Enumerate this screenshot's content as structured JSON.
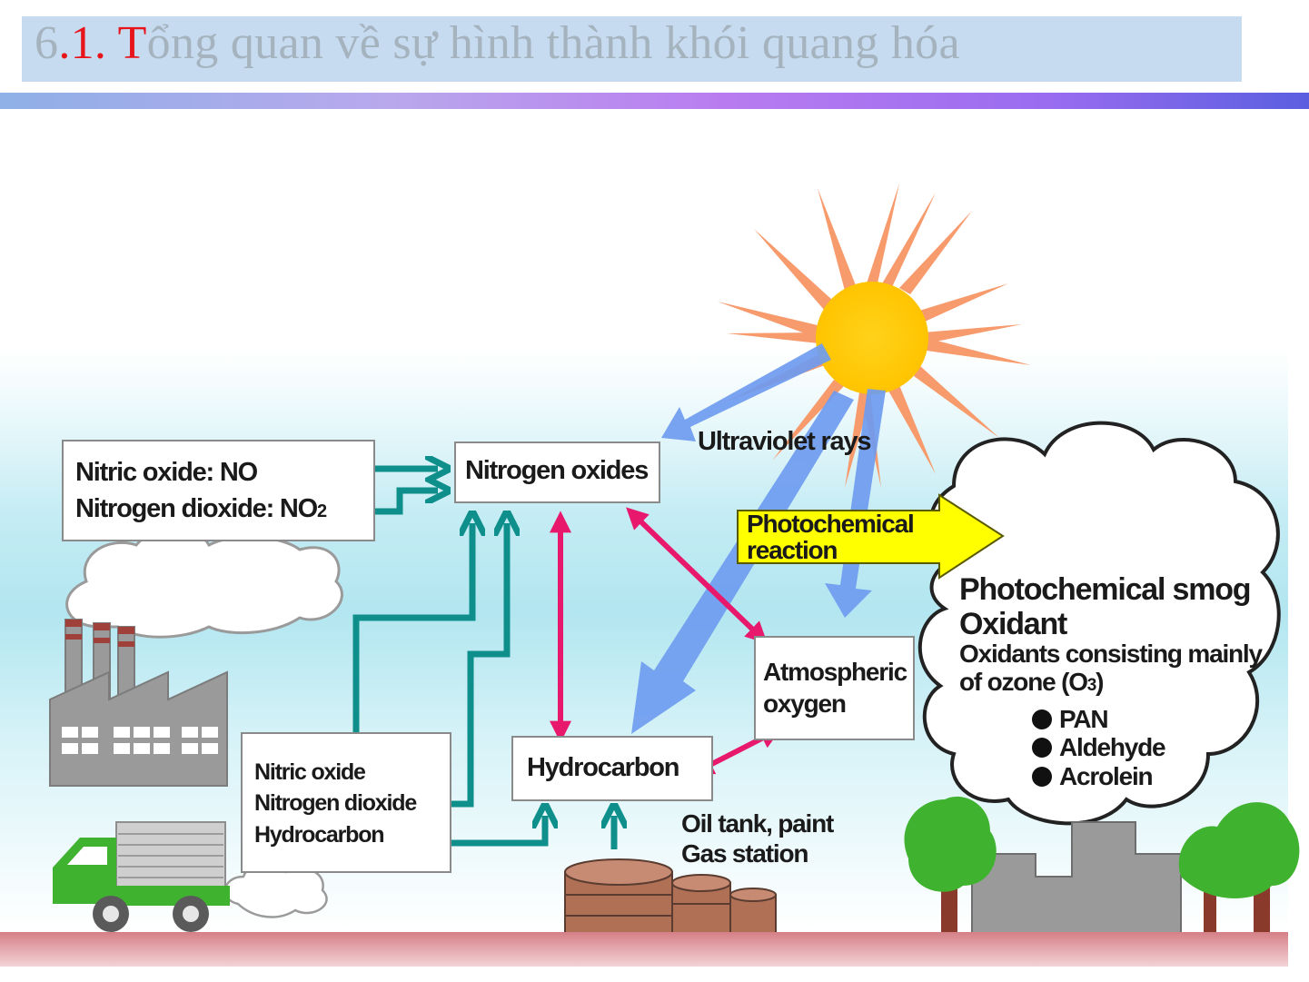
{
  "slide": {
    "title_num": "6",
    "title_sep": ".1. ",
    "title_first": "T",
    "title_rest": "ổng quan về sự hình thành khói quang hóa"
  },
  "diagram": {
    "emission_box": {
      "line1": "Nitric oxide: NO",
      "line2": "Nitrogen dioxide: NO",
      "line2_sub": "2"
    },
    "nitrogen_oxides": "Nitrogen oxides",
    "ultraviolet": "Ultraviolet rays",
    "photochemical_reaction": {
      "line1": "Photochemical",
      "line2": "reaction"
    },
    "smog": {
      "title": "Photochemical smog",
      "oxidant": "Oxidant",
      "desc1": "Oxidants consisting mainly",
      "desc2": "of ozone (O",
      "desc2_sub": "3",
      "desc2_end": ")",
      "items": [
        "PAN",
        "Aldehyde",
        "Acrolein"
      ]
    },
    "atmospheric": {
      "line1": "Atmospheric",
      "line2": "oxygen"
    },
    "vehicle_box": {
      "line1": "Nitric oxide",
      "line2": "Nitrogen dioxide",
      "line3": "Hydrocarbon"
    },
    "hydrocarbon": "Hydrocarbon",
    "oil_tank": {
      "line1": "Oil tank, paint",
      "line2": "Gas station"
    }
  },
  "colors": {
    "teal_arrow": "#0f8f8b",
    "magenta_arrow": "#e8186c",
    "uv_arrow": "#6f9cf0",
    "sun": "#ffcc00",
    "sun_rays": "#f79a6c",
    "photochem_box": "#ffff00",
    "ground": "#d88f95"
  }
}
